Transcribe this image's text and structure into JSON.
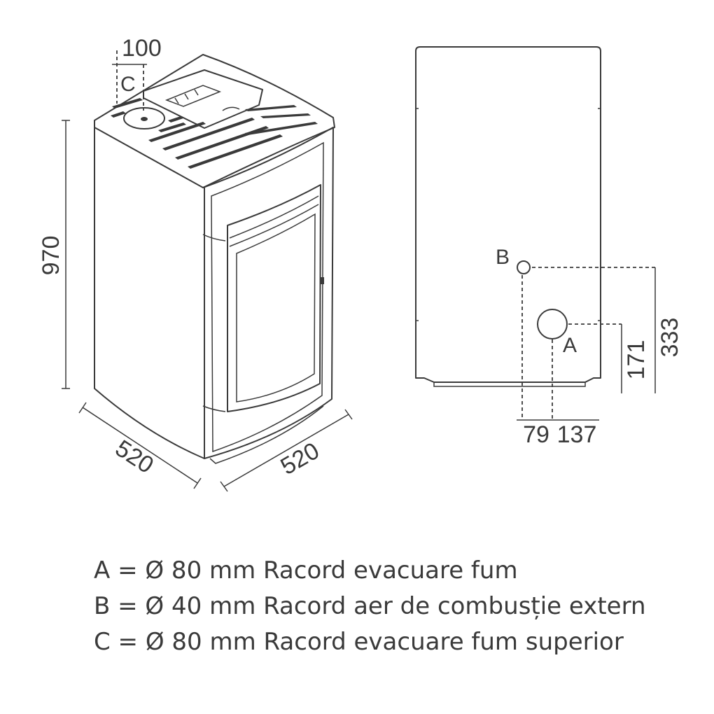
{
  "left_view": {
    "dimensions": {
      "height": "970",
      "depth": "520",
      "width": "520",
      "flue_offset": "100"
    },
    "callout": "C"
  },
  "right_view": {
    "callouts": {
      "a": "A",
      "b": "B"
    },
    "dimensions": {
      "a_height": "171",
      "b_height": "333",
      "b_offset": "79",
      "a_offset": "137"
    }
  },
  "legend": [
    "A = Ø 80 mm Racord evacuare fum",
    "B = Ø 40 mm Racord aer de combusție extern",
    "C = Ø 80 mm Racord evacuare fum superior"
  ]
}
